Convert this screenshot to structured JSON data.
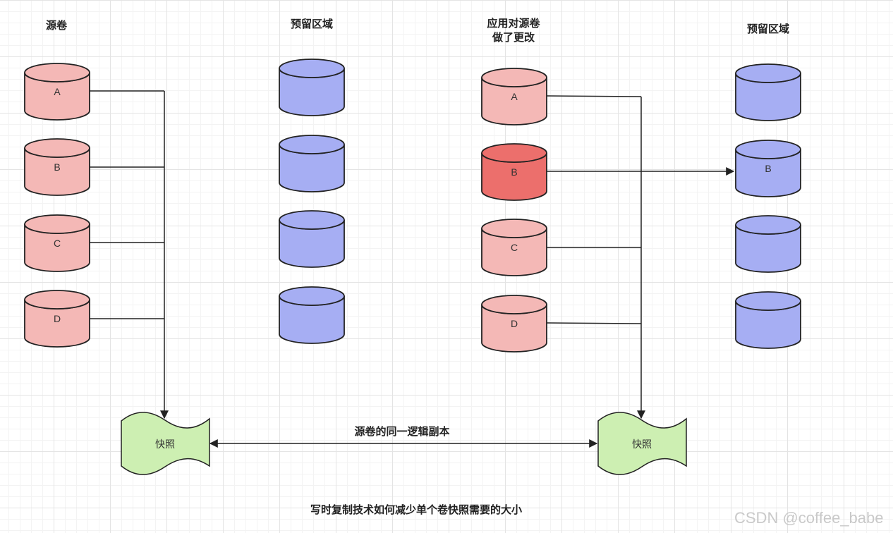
{
  "headers": {
    "source_volume": "源卷",
    "reserve_area_1": "预留区域",
    "changed_line1": "应用对源卷",
    "changed_line2": "做了更改",
    "reserve_area_2": "预留区域"
  },
  "left_volumes": [
    "A",
    "B",
    "C",
    "D"
  ],
  "right_volumes": [
    "A",
    "B",
    "C",
    "D"
  ],
  "right_reserve": [
    "",
    "B",
    "",
    ""
  ],
  "snapshot_label": "快照",
  "link_label": "源卷的同一逻辑副本",
  "footer_caption": "写时复制技术如何减少单个卷快照需要的大小",
  "watermark": "CSDN @coffee_babe",
  "colors": {
    "volume_fill": "#f4b8b6",
    "volume_changed_fill": "#ec6f6c",
    "reserve_fill": "#a6aef3",
    "snapshot_fill": "#cdefb2",
    "stroke": "#222222"
  }
}
